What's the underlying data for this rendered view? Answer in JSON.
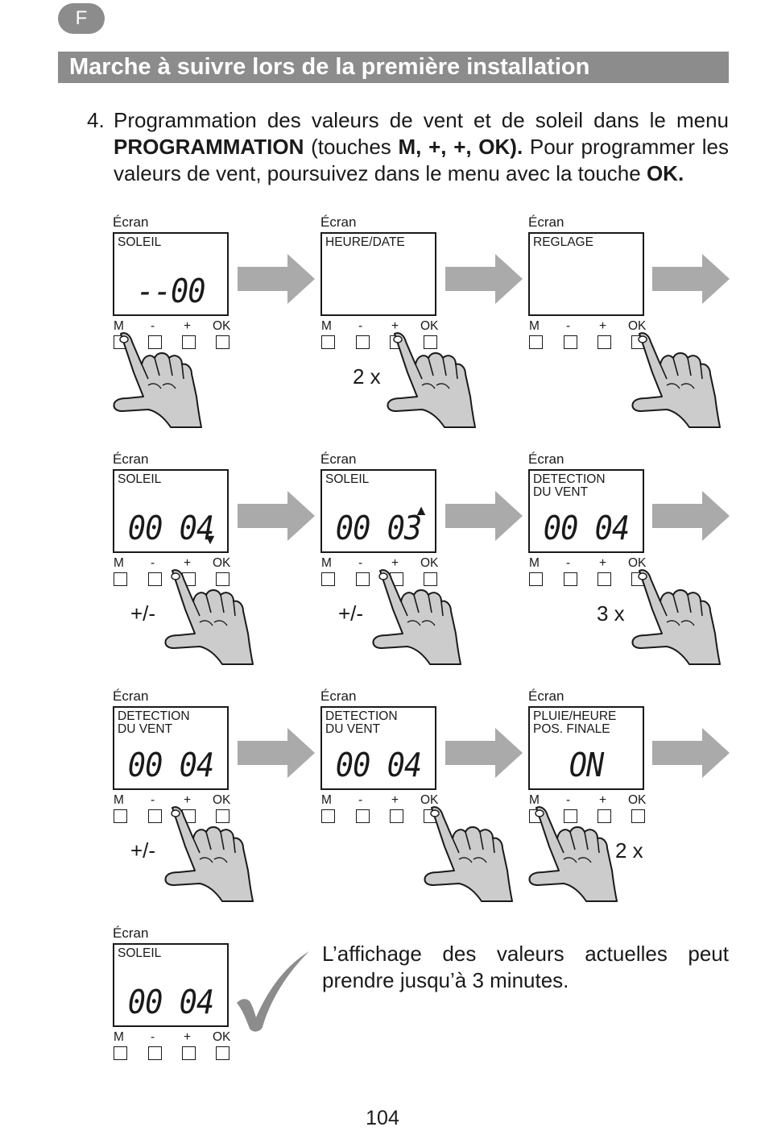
{
  "header": {
    "lang_badge": "F",
    "section_title": "Marche à suivre lors de la première installation"
  },
  "instruction": {
    "number": "4.",
    "text_1": "Programmation des valeurs de vent et de soleil dans le menu ",
    "bold_1": "PROGRAMMATION",
    "text_2": " (touches ",
    "bold_2": "M, +, +, OK).",
    "text_3": " Pour programmer les valeurs de vent, poursuivez dans le menu avec la touche ",
    "bold_3": "OK."
  },
  "labels": {
    "screen": "Écran",
    "btn_m": "M",
    "btn_minus": "-",
    "btn_plus": "+",
    "btn_ok": "OK"
  },
  "panels": [
    {
      "line1": "SOLEIL",
      "line2": "",
      "value": "--00",
      "marker": "",
      "pressed": "M",
      "note": ""
    },
    {
      "line1": "HEURE/DATE",
      "line2": "",
      "value": "",
      "marker": "",
      "pressed": "+",
      "note": "2 x"
    },
    {
      "line1": "REGLAGE",
      "line2": "",
      "value": "",
      "marker": "",
      "pressed": "OK",
      "note": ""
    },
    {
      "line1": "SOLEIL",
      "line2": "",
      "value": "00 04",
      "marker": "▼",
      "pressed": "-",
      "note": "+/-"
    },
    {
      "line1": "SOLEIL",
      "line2": "",
      "value": "00 03",
      "marker": "▲",
      "pressed": "+",
      "note": "+/-"
    },
    {
      "line1": "DETECTION",
      "line2": "DU VENT",
      "value": "00 04",
      "marker": "",
      "pressed": "OK",
      "note": "3 x"
    },
    {
      "line1": "DETECTION",
      "line2": "DU VENT",
      "value": "00 04",
      "marker": "",
      "pressed": "-",
      "note": "+/-"
    },
    {
      "line1": "DETECTION",
      "line2": "DU VENT",
      "value": "00 04",
      "marker": "",
      "pressed": "OK",
      "note": ""
    },
    {
      "line1": "PLUIE/HEURE",
      "line2": "POS. FINALE",
      "value": "ON",
      "marker": "",
      "pressed": "M",
      "note": "2 x"
    },
    {
      "line1": "SOLEIL",
      "line2": "",
      "value": "00 04",
      "marker": "",
      "pressed": "",
      "note": ""
    }
  ],
  "note": "L’affichage des valeurs actuelles peut prendre jusqu’à 3 minutes.",
  "page_number": "104"
}
